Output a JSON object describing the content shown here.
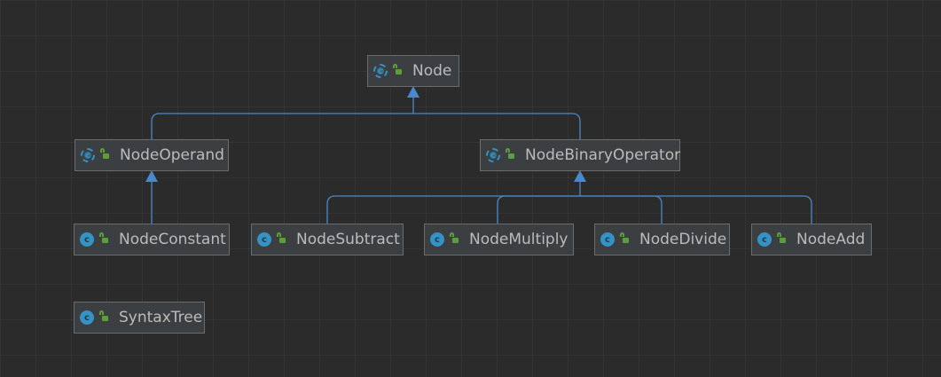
{
  "diagram": {
    "nodes": [
      {
        "id": "node",
        "label": "Node",
        "icon": "abstract-class-icon"
      },
      {
        "id": "operand",
        "label": "NodeOperand",
        "icon": "abstract-class-icon"
      },
      {
        "id": "binop",
        "label": "NodeBinaryOperator",
        "icon": "abstract-class-icon"
      },
      {
        "id": "constant",
        "label": "NodeConstant",
        "icon": "class-icon"
      },
      {
        "id": "subtract",
        "label": "NodeSubtract",
        "icon": "class-icon"
      },
      {
        "id": "multiply",
        "label": "NodeMultiply",
        "icon": "class-icon"
      },
      {
        "id": "divide",
        "label": "NodeDivide",
        "icon": "class-icon"
      },
      {
        "id": "add",
        "label": "NodeAdd",
        "icon": "class-icon"
      },
      {
        "id": "syntaxtree",
        "label": "SyntaxTree",
        "icon": "class-icon"
      }
    ],
    "edges": [
      {
        "from": "operand",
        "to": "node",
        "type": "extends"
      },
      {
        "from": "binop",
        "to": "node",
        "type": "extends"
      },
      {
        "from": "constant",
        "to": "operand",
        "type": "extends"
      },
      {
        "from": "subtract",
        "to": "binop",
        "type": "extends"
      },
      {
        "from": "multiply",
        "to": "binop",
        "type": "extends"
      },
      {
        "from": "divide",
        "to": "binop",
        "type": "extends"
      },
      {
        "from": "add",
        "to": "binop",
        "type": "extends"
      }
    ],
    "colors": {
      "background": "#2b2b2b",
      "node_fill": "#3c3f41",
      "node_border": "#6a6c6e",
      "text": "#bbbbbb",
      "edge": "#4a88c7",
      "class_icon": "#3592c4",
      "public_icon": "#5c9e3a"
    }
  }
}
